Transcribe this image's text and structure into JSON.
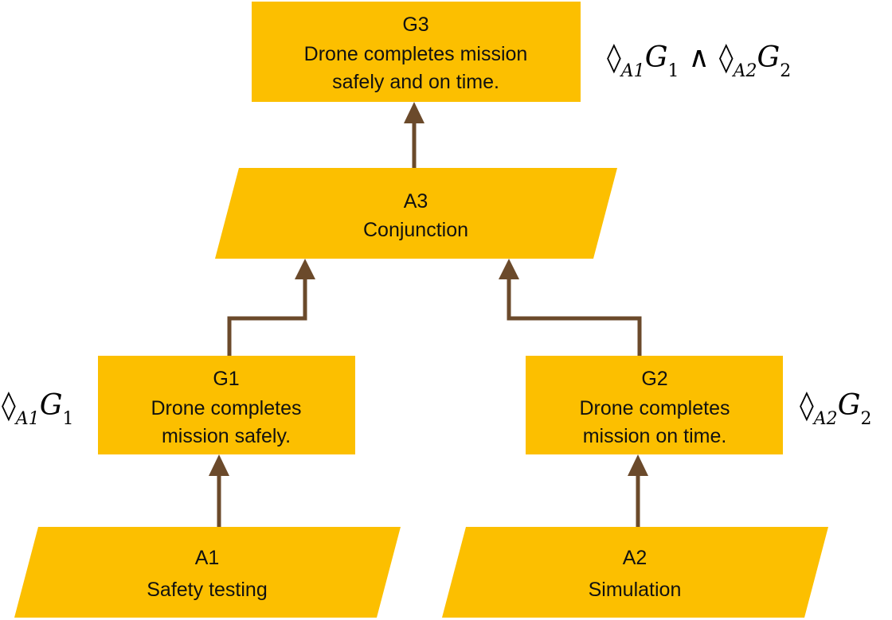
{
  "colors": {
    "node_fill": "#FCBF00",
    "arrow": "#6B4A2B",
    "text": "#111111"
  },
  "nodes": {
    "g3": {
      "id": "G3",
      "line1": "Drone completes mission",
      "line2": "safely and on time."
    },
    "a3": {
      "id": "A3",
      "line1": "Conjunction"
    },
    "g1": {
      "id": "G1",
      "line1": "Drone completes",
      "line2": "mission safely."
    },
    "g2": {
      "id": "G2",
      "line1": "Drone completes",
      "line2": "mission on time."
    },
    "a1": {
      "id": "A1",
      "line1": "Safety testing"
    },
    "a2": {
      "id": "A2",
      "line1": "Simulation"
    }
  },
  "formulas": {
    "g3": {
      "diamond": "◊",
      "sub_a": "A1",
      "g_a": "G",
      "gsub_a": "1",
      "wedge": "∧",
      "sub_b": "A2",
      "g_b": "G",
      "gsub_b": "2"
    },
    "g1": {
      "diamond": "◊",
      "sub": "A1",
      "g": "G",
      "gsub": "1"
    },
    "g2": {
      "diamond": "◊",
      "sub": "A2",
      "g": "G",
      "gsub": "2"
    }
  }
}
